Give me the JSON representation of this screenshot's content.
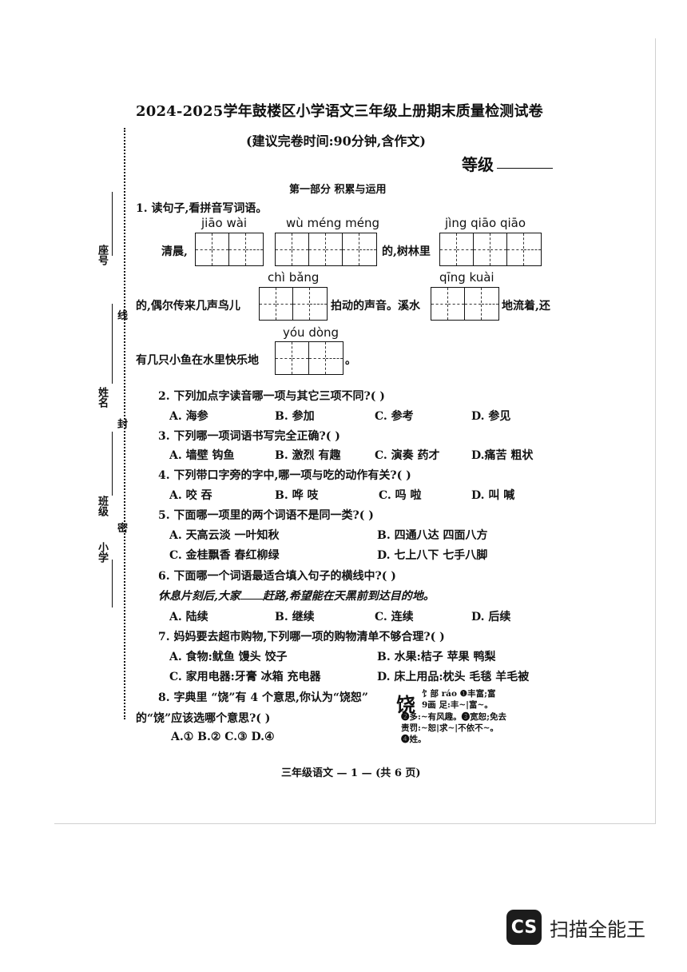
{
  "header": {
    "title": "2024-2025学年鼓楼区小学语文三年级上册期末质量检测试卷",
    "subtitle": "(建议完卷时间:90分钟,含作文)",
    "grade_label": "等级"
  },
  "part_title": "第一部分   积累与运用",
  "side_labels": {
    "seat": "座号",
    "xian": "线",
    "name": "姓名",
    "feng": "封",
    "class": "班级",
    "mi": "密",
    "school": "小学"
  },
  "q1": {
    "stem": "1. 读句子,看拼音写词语。",
    "line1_lead": "清晨,",
    "line1_mid": "的,树林里",
    "py1": "jiāo  wài",
    "py2": "wù  méng méng",
    "py3": "jìng  qiāo  qiāo",
    "line2_lead": "的,偶尔传来几声鸟儿",
    "line2_mid": "拍动的声音。溪水",
    "line2_end": "地流着,还",
    "py4": "chì  bǎng",
    "py5": "qīng  kuài",
    "line3_lead": "有几只小鱼在水里快乐地",
    "line3_end": "。",
    "py6": "yóu  dòng"
  },
  "q2": {
    "stem": "2. 下列加点字读音哪一项与其它三项不同?(      )",
    "options": [
      "A. 海参",
      "B. 参加",
      "C. 参考",
      "D. 参见"
    ]
  },
  "q3": {
    "stem": "3. 下列哪一项词语书写完全正确?(      )",
    "options": [
      "A. 墙壁  钩鱼",
      "B. 激烈  有趣",
      "C. 演奏  药才",
      "D.痛苦  粗状"
    ]
  },
  "q4": {
    "stem": "4. 下列带口字旁的字中,哪一项与吃的动作有关?(      )",
    "options": [
      "A. 咬   吞",
      "B. 哗   吱",
      "C. 吗   啦",
      "D. 叫   喊"
    ]
  },
  "q5": {
    "stem": "5. 下面哪一项里的两个词语不是同一类?(      )",
    "options": [
      "A. 天高云淡   一叶知秋",
      "B. 四通八达   四面八方",
      "C. 金桂飘香   春红柳绿",
      "D. 七上八下   七手八脚"
    ]
  },
  "q6": {
    "stem": "6. 下面哪一个词语最适合填入句子的横线中?(      )",
    "sentence_a": "休息片刻后,大家",
    "sentence_b": "赶路,希望能在天黑前到达目的地。",
    "options": [
      "A. 陆续",
      "B. 继续",
      "C. 连续",
      "D. 后续"
    ]
  },
  "q7": {
    "stem": "7. 妈妈要去超市购物,下列哪一项的购物清单不够合理?(      )",
    "options": [
      "A. 食物:鱿鱼   馒头   饺子",
      "B. 水果:桔子   苹果   鸭梨",
      "C. 家用电器:牙膏   冰箱   充电器",
      "D. 床上用品:枕头   毛毯   羊毛被"
    ]
  },
  "q8": {
    "stem_a": "8. 字典里 “饶”有 4 个意思,你认为“饶恕”",
    "stem_b": "的“饶”应该选哪个意思?(      )",
    "options": "A.①  B.②  C.③  D.④",
    "dict_char": "饶",
    "dict_lines": [
      "饣部  ráo ❶丰富;富",
      "9画  足:丰~|富~。",
      "❷多:~有风趣。❸宽恕;免去",
      "责罚:~恕|求~|不依不~。",
      "❹姓。"
    ]
  },
  "footer": "三年级语文 — 1 — (共 6 页)",
  "brand": {
    "logo": "CS",
    "name": "扫描全能王"
  }
}
